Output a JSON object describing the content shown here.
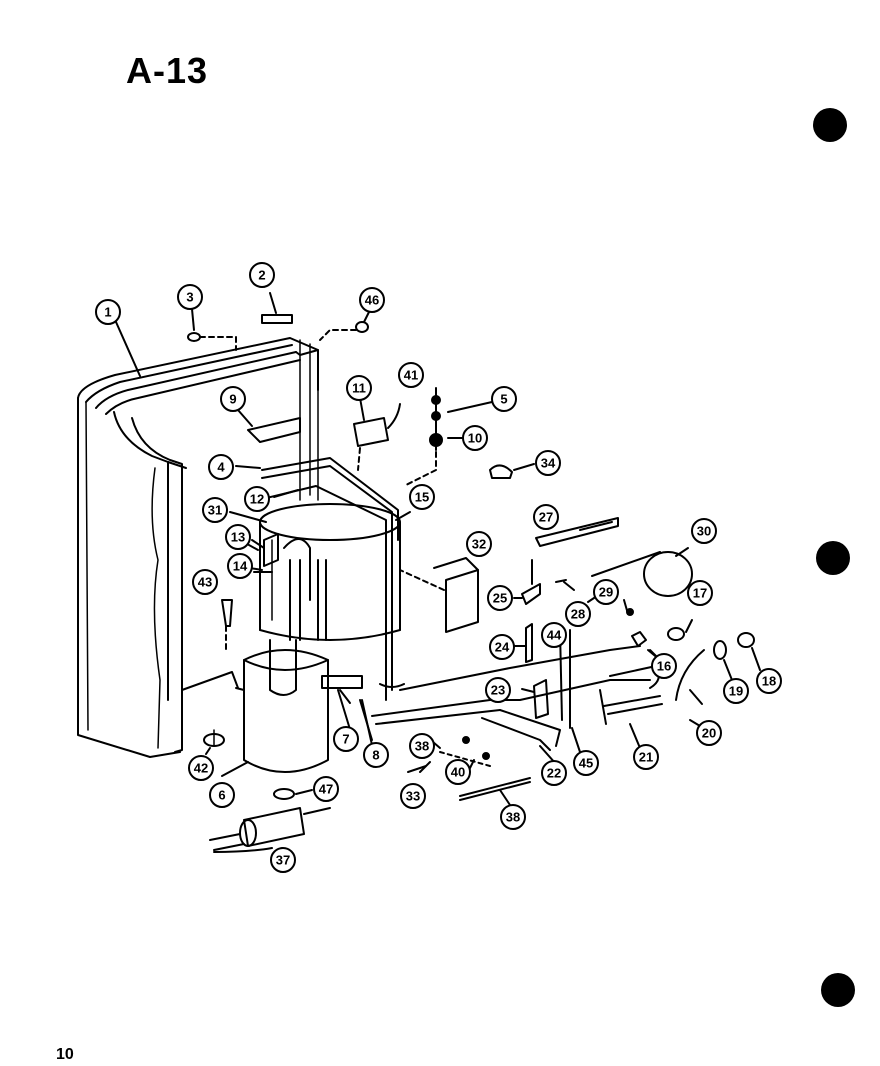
{
  "page": {
    "title": "A-13",
    "page_number": "10"
  },
  "callouts": [
    {
      "label": "1"
    },
    {
      "label": "2"
    },
    {
      "label": "3"
    },
    {
      "label": "46"
    },
    {
      "label": "41"
    },
    {
      "label": "5"
    },
    {
      "label": "9"
    },
    {
      "label": "11"
    },
    {
      "label": "10"
    },
    {
      "label": "4"
    },
    {
      "label": "34"
    },
    {
      "label": "12"
    },
    {
      "label": "15"
    },
    {
      "label": "31"
    },
    {
      "label": "13"
    },
    {
      "label": "27"
    },
    {
      "label": "30"
    },
    {
      "label": "32"
    },
    {
      "label": "14"
    },
    {
      "label": "43"
    },
    {
      "label": "25"
    },
    {
      "label": "28"
    },
    {
      "label": "29"
    },
    {
      "label": "17"
    },
    {
      "label": "24"
    },
    {
      "label": "44"
    },
    {
      "label": "16"
    },
    {
      "label": "19"
    },
    {
      "label": "18"
    },
    {
      "label": "23"
    },
    {
      "label": "7"
    },
    {
      "label": "8"
    },
    {
      "label": "38"
    },
    {
      "label": "20"
    },
    {
      "label": "21"
    },
    {
      "label": "45"
    },
    {
      "label": "22"
    },
    {
      "label": "42"
    },
    {
      "label": "40"
    },
    {
      "label": "47"
    },
    {
      "label": "6"
    },
    {
      "label": "33"
    },
    {
      "label": "38"
    },
    {
      "label": "37"
    }
  ]
}
